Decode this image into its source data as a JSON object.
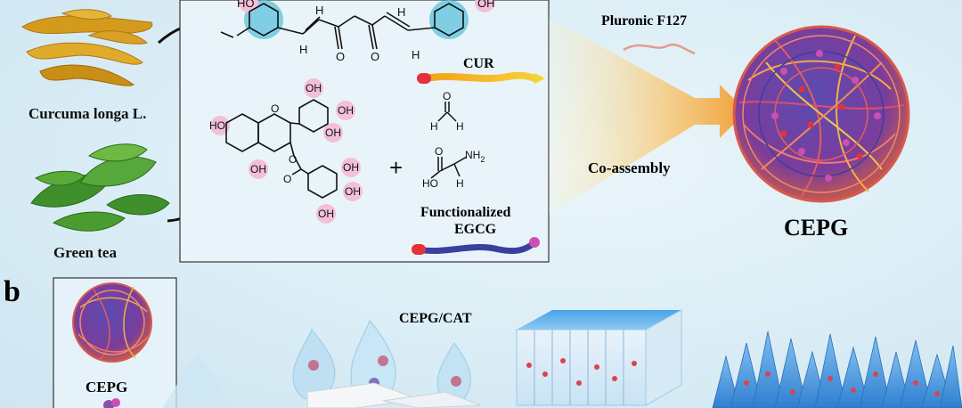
{
  "panel_b_label": "b",
  "source_labels": {
    "curcuma": "Curcuma longa L.",
    "green_tea": "Green tea"
  },
  "molecules": {
    "curcumin_oh_left": "HO",
    "curcumin_oh_right": "OH",
    "curcumin_h1": "H",
    "curcumin_h2": "H",
    "curcumin_h3": "H",
    "curcumin_h4": "H",
    "curcumin_o1": "O",
    "curcumin_o2": "O",
    "cur_label": "CUR",
    "egcg_oh_tl": "OH",
    "egcg_oh_tr": "OH",
    "egcg_oh_r": "OH",
    "egcg_oh_l": "HO",
    "egcg_oh_b": "OH",
    "egcg_o_ring": "O",
    "egcg_o_ester": "O",
    "egcg_o_carbonyl": "O",
    "gallate_oh1": "OH",
    "gallate_oh2": "OH",
    "gallate_oh3": "OH",
    "formaldehyde_o": "O",
    "formaldehyde_h1": "H",
    "formaldehyde_h2": "H",
    "plus_sign": "+",
    "glycine_nh2": "NH",
    "glycine_nh2_sub": "2",
    "glycine_ho": "HO",
    "glycine_o": "O",
    "functionalized_egcg_line1": "Functionalized",
    "functionalized_egcg_line2": "EGCG"
  },
  "process": {
    "pluronic": "Pluronic F127",
    "coassembly": "Co-assembly",
    "product": "CEPG"
  },
  "panel_b": {
    "inset_label": "CEPG",
    "cepg_cat": "CEPG/CAT"
  },
  "colors": {
    "curcumin_highlight": "#6cc7de",
    "oh_highlight": "#f3bfd9",
    "cur_rod": "#f4b31d",
    "egcg_rod": "#3b3f9e",
    "cap_red": "#e3323b",
    "cap_pink": "#cc4fb5",
    "arrow_fan": "#f6b04a",
    "needles": "#3b8fd9"
  }
}
